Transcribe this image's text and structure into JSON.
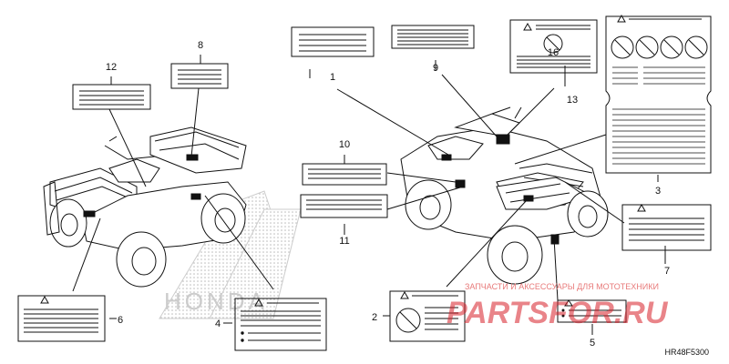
{
  "callouts": [
    "1",
    "2",
    "3",
    "4",
    "5",
    "6",
    "7",
    "8",
    "9",
    "10",
    "11",
    "12",
    "13",
    "16"
  ],
  "diagram_code": "HR48F5300",
  "watermark": {
    "line1": "ЗАПЧАСТИ И АКСЕССУАРЫ ДЛЯ МОТОТЕХНИКИ",
    "logo": "PARTSFOR.RU"
  },
  "colors": {
    "line": "#111111",
    "watermark": "#d8202a",
    "hatch": "#bbbbbb"
  }
}
